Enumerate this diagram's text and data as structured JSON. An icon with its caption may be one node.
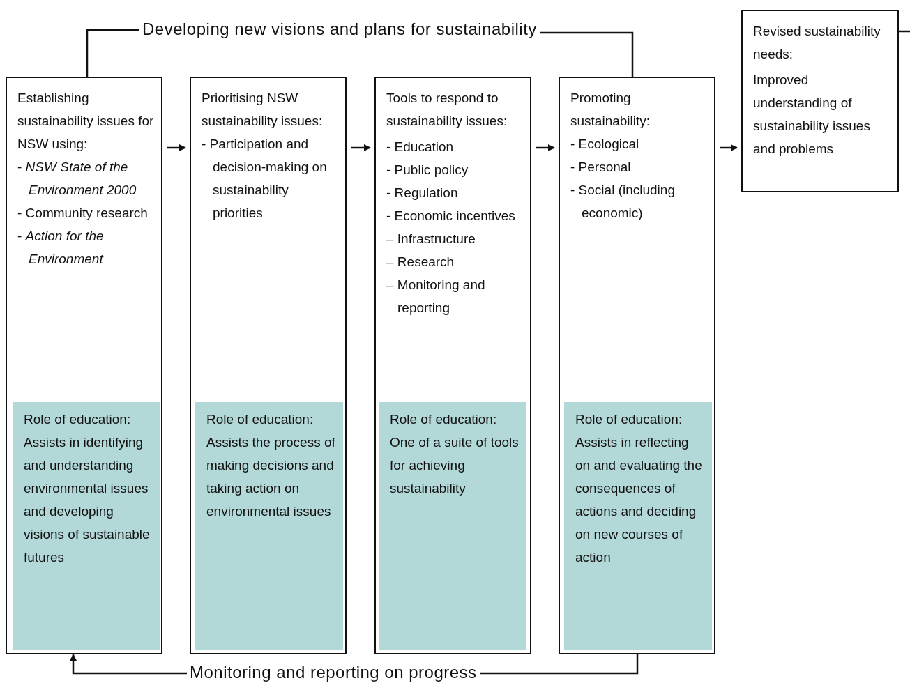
{
  "diagram": {
    "nodes": [
      {
        "text": [
          "Establishing sustainability issues for NSW using:",
          "- *NSW State of the Environment 2000*",
          "- Community research",
          "- *Action for the Environment*"
        ]
      },
      {
        "text": [
          "Role of education:",
          "Assists in identifying and understanding environmental issues and developing visions of sustainable futures"
        ],
        "in": 0
      },
      {
        "text": [
          "Prioritising NSW sustainability issues:",
          "- Participation and decision-making on sustainability priorities"
        ]
      },
      {
        "text": [
          "Role of education:",
          "Assists the process of making decisions and taking action on environmental issues"
        ],
        "in": 2
      },
      {
        "text": [
          "Tools to respond to sustainability issues:",
          "- Education",
          "- Public policy",
          "- Regulation",
          "- Economic incentives",
          "– Infrastructure",
          "– Research",
          "– Monitoring and reporting"
        ]
      },
      {
        "text": [
          "Role of education:",
          "One of a suite of tools for achieving sustainability"
        ],
        "in": 4
      },
      {
        "text": [
          "Promoting sustainability:",
          "- Ecological",
          "- Personal",
          "- Social (including economic)"
        ]
      },
      {
        "text": [
          "Role of education:",
          "Assists in reflecting on and evaluating the consequences of actions and deciding on new courses of action"
        ],
        "in": 6
      },
      {
        "text": [
          "Revised sustainability needs:",
          "Improved understanding of sustainability issues and problems"
        ]
      },
      {
        "text": [
          "Developing new visions and plans for sustainability"
        ]
      },
      {
        "text": [
          "Monitoring and reporting on progress"
        ]
      }
    ],
    "edges": [
      {
        "from": 0,
        "to": 2,
        "arrow": "to"
      },
      {
        "from": 2,
        "to": 4,
        "arrow": "to"
      },
      {
        "from": 4,
        "to": 6,
        "arrow": "to"
      },
      {
        "from": 6,
        "to": 8,
        "arrow": "to"
      },
      {
        "from": 6,
        "to": 9,
        "arrow": "none"
      },
      {
        "from": 9,
        "to": 0,
        "arrow": "none"
      },
      {
        "from": 8,
        "to": null,
        "arrow": "none"
      },
      {
        "from": 6,
        "to": 10,
        "arrow": "none"
      },
      {
        "from": 10,
        "to": 0,
        "arrow": "to"
      }
    ]
  }
}
